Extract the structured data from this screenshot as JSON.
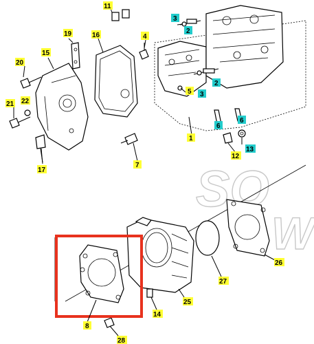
{
  "diagram": {
    "watermark": [
      "SO",
      "W"
    ],
    "colors": {
      "yellow_tag": "#ffff33",
      "cyan_tag": "#22cccc",
      "highlight": "#e8321e"
    },
    "callouts": [
      {
        "id": "11",
        "text": "11",
        "tag": "yellow"
      },
      {
        "id": "3a",
        "text": "3",
        "tag": "cyan"
      },
      {
        "id": "2a",
        "text": "2",
        "tag": "cyan"
      },
      {
        "id": "19",
        "text": "19",
        "tag": "yellow"
      },
      {
        "id": "16",
        "text": "16",
        "tag": "yellow"
      },
      {
        "id": "4",
        "text": "4",
        "tag": "yellow"
      },
      {
        "id": "15",
        "text": "15",
        "tag": "yellow"
      },
      {
        "id": "20",
        "text": "20",
        "tag": "yellow"
      },
      {
        "id": "5",
        "text": "5",
        "tag": "yellow"
      },
      {
        "id": "2b",
        "text": "2",
        "tag": "cyan"
      },
      {
        "id": "3b",
        "text": "3",
        "tag": "cyan"
      },
      {
        "id": "21",
        "text": "21",
        "tag": "yellow"
      },
      {
        "id": "22",
        "text": "22",
        "tag": "yellow"
      },
      {
        "id": "6a",
        "text": "6",
        "tag": "cyan"
      },
      {
        "id": "6b",
        "text": "6",
        "tag": "cyan"
      },
      {
        "id": "1",
        "text": "1",
        "tag": "yellow"
      },
      {
        "id": "13",
        "text": "13",
        "tag": "cyan"
      },
      {
        "id": "12",
        "text": "12",
        "tag": "yellow"
      },
      {
        "id": "17",
        "text": "17",
        "tag": "yellow"
      },
      {
        "id": "7",
        "text": "7",
        "tag": "yellow"
      },
      {
        "id": "26",
        "text": "26",
        "tag": "yellow"
      },
      {
        "id": "27",
        "text": "27",
        "tag": "yellow"
      },
      {
        "id": "25",
        "text": "25",
        "tag": "yellow"
      },
      {
        "id": "14",
        "text": "14",
        "tag": "yellow"
      },
      {
        "id": "8",
        "text": "8",
        "tag": "yellow"
      },
      {
        "id": "28",
        "text": "28",
        "tag": "yellow"
      }
    ]
  }
}
